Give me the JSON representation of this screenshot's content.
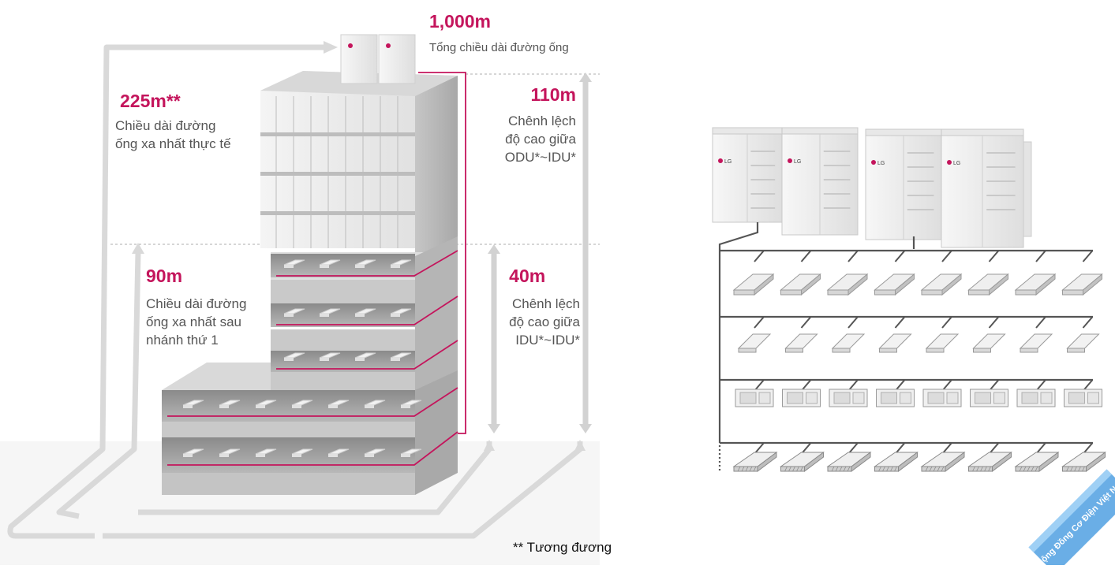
{
  "colors": {
    "accent": "#c4155c",
    "text": "#555555",
    "building_light": "#e6e6e6",
    "building_mid": "#c9c9c9",
    "building_dark": "#8f8f8f",
    "arrow": "#d8d8d8",
    "pipe": "#555555"
  },
  "labels": {
    "total": {
      "value": "1,000m",
      "desc": [
        "Tổng chiều dài đường ống"
      ]
    },
    "farthest": {
      "value": "225m**",
      "desc": [
        "Chiều dài đường",
        "ống xa nhất thực tế"
      ]
    },
    "after_branch": {
      "value": "90m",
      "desc": [
        "Chiều dài đường",
        "ống xa nhất sau",
        "nhánh thứ 1"
      ]
    },
    "odu_idu": {
      "value": "110m",
      "desc": [
        "Chênh lệch",
        "độ cao giữa",
        "ODU*~IDU*"
      ]
    },
    "idu_idu": {
      "value": "40m",
      "desc": [
        "Chênh lệch",
        "độ cao giữa",
        "IDU*~IDU*"
      ]
    }
  },
  "footnote": "** Tương đương",
  "outdoor_unit_brand": "LG",
  "indoor_unit_types": [
    "ceiling-cassette-4way",
    "ceiling-cassette-1way",
    "ducted",
    "ceiling-cassette-4way-round"
  ],
  "indoor_units_per_row": 8,
  "watermark": "Cộng Đồng Cơ Điện Việt Nam"
}
